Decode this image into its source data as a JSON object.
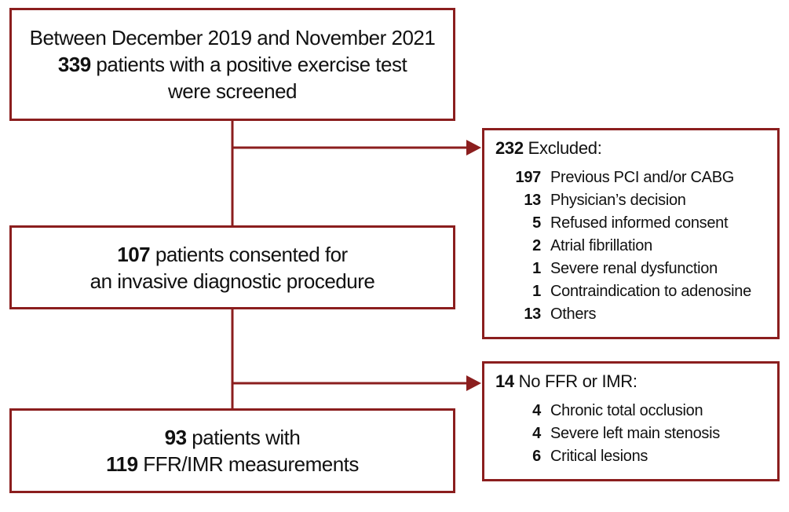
{
  "box1": {
    "line1": "Between December 2019 and November 2021",
    "count": "339",
    "line2": " patients with a positive exercise test",
    "line3": "were screened"
  },
  "box2": {
    "count": "107",
    "line1": " patients consented for",
    "line2": "an invasive diagnostic procedure"
  },
  "box3": {
    "count1": "93",
    "line1": " patients with",
    "count2": "119",
    "line2": " FFR/IMR measurements"
  },
  "excluded": {
    "count": "232",
    "label": " Excluded:",
    "items": [
      {
        "n": "197",
        "label": "Previous PCI and/or CABG"
      },
      {
        "n": "13",
        "label": "Physician’s decision"
      },
      {
        "n": "5",
        "label": "Refused informed consent"
      },
      {
        "n": "2",
        "label": "Atrial fibrillation"
      },
      {
        "n": "1",
        "label": "Severe renal dysfunction"
      },
      {
        "n": "1",
        "label": "Contraindication to adenosine"
      },
      {
        "n": "13",
        "label": "Others"
      }
    ]
  },
  "noffr": {
    "count": "14",
    "label": " No FFR or IMR:",
    "items": [
      {
        "n": "4",
        "label": "Chronic total occlusion"
      },
      {
        "n": "4",
        "label": "Severe left main stenosis"
      },
      {
        "n": "6",
        "label": "Critical lesions"
      }
    ]
  },
  "colors": {
    "border": "#8b1e1e"
  }
}
